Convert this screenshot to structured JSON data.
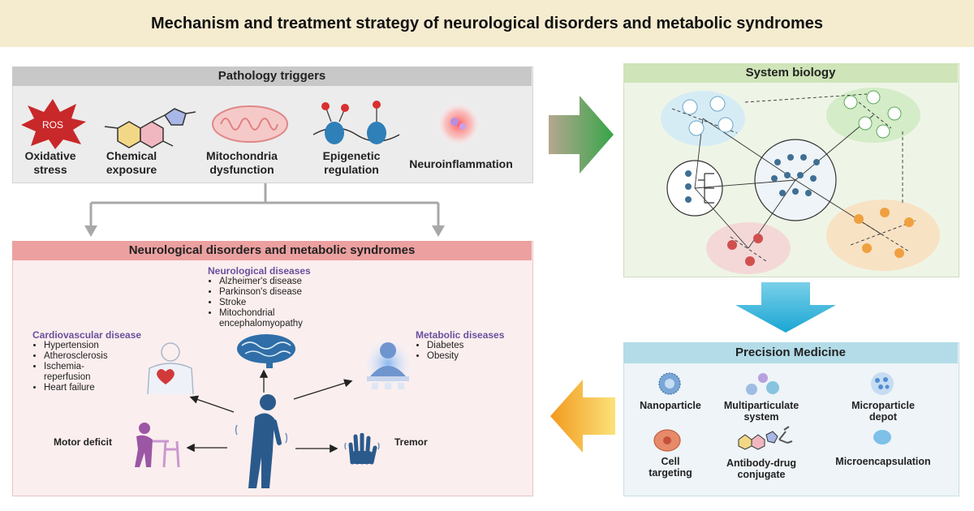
{
  "title": "Mechanism and treatment strategy of neurological disorders and metabolic syndromes",
  "pathology": {
    "header": "Pathology triggers",
    "ros_label": "ROS",
    "items": [
      {
        "label": "Oxidative\nstress"
      },
      {
        "label": "Chemical\nexposure"
      },
      {
        "label": "Mitochondria\ndysfunction"
      },
      {
        "label": "Epigenetic\nregulation"
      },
      {
        "label": "Neuroinflammation"
      }
    ]
  },
  "neuro": {
    "header": "Neurological disorders and metabolic syndromes",
    "neurological": {
      "title": "Neurological diseases",
      "items": [
        "Alzheimer's disease",
        "Parkinson's disease",
        "Stroke",
        "Mitochondrial\nencephalomyopathy"
      ]
    },
    "cardiovascular": {
      "title": "Cardiovascular disease",
      "items": [
        "Hypertension",
        "Atherosclerosis",
        "Ischemia-\nreperfusion",
        "Heart failure"
      ]
    },
    "metabolic": {
      "title": "Metabolic diseases",
      "items": [
        "Diabetes",
        "Obesity"
      ]
    },
    "motor_deficit": "Motor deficit",
    "tremor": "Tremor"
  },
  "system_biology": {
    "header": "System biology"
  },
  "precision": {
    "header": "Precision Medicine",
    "items": [
      {
        "label": "Nanoparticle"
      },
      {
        "label": "Multiparticulate\nsystem"
      },
      {
        "label": "Microparticle\ndepot"
      },
      {
        "label": "Cell\ntargeting"
      },
      {
        "label": "Antibody-drug\nconjugate"
      },
      {
        "label": "Microencapsulation"
      }
    ]
  },
  "colors": {
    "title_bg": "#f5ecd0",
    "neuro_header": "#eca0a0",
    "system_header": "#cfe4b8",
    "precision_header": "#b3dce8",
    "arrow_green": "#3aa04a",
    "arrow_cyan": "#3ab8d8",
    "arrow_orange": "#f0a020"
  }
}
